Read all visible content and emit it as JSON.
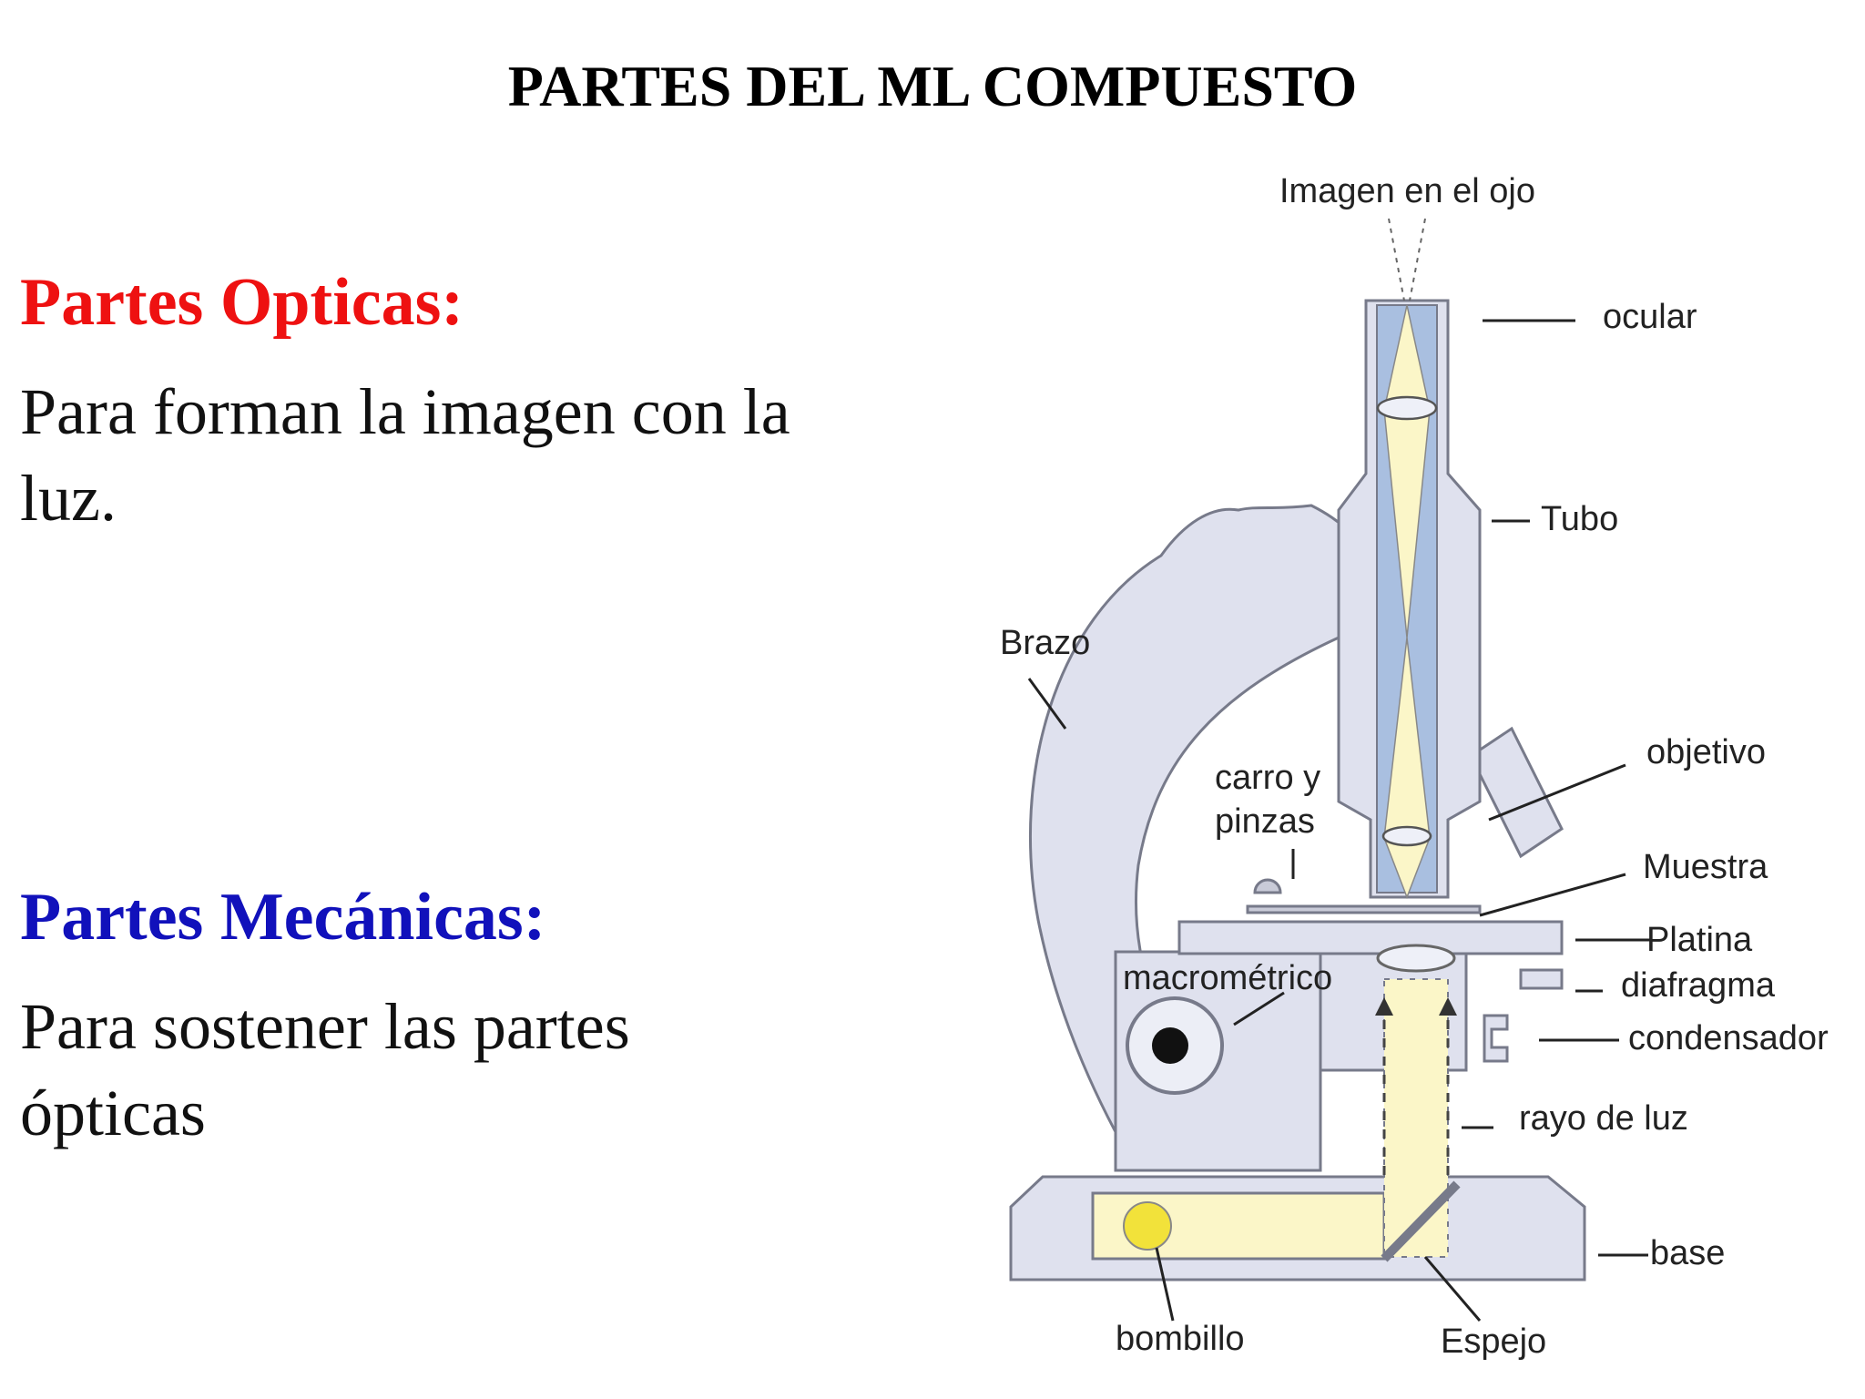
{
  "title": "PARTES DEL ML COMPUESTO",
  "optical": {
    "heading": "Partes Opticas:",
    "description": "Para forman la imagen con la luz."
  },
  "mechanical": {
    "heading": "Partes Mecánicas:",
    "description": "Para sostener las partes ópticas"
  },
  "diagram": {
    "labels": {
      "image_in_eye": "Imagen en el ojo",
      "ocular": "ocular",
      "tubo": "Tubo",
      "brazo": "Brazo",
      "objetivo": "objetivo",
      "carro_line1": "carro y",
      "carro_line2": "pinzas",
      "muestra": "Muestra",
      "platina": "Platina",
      "macrometrico": "macrométrico",
      "diafragma": "diafragma",
      "condensador": "condensador",
      "rayo_de_luz": "rayo de luz",
      "base": "base",
      "bombillo": "bombillo",
      "espejo": "Espejo"
    },
    "colors": {
      "body": "#dfe1ee",
      "outline": "#777a8a",
      "tube_inner": "#a9bfe0",
      "light": "#fbf6c8",
      "bulb": "#f2e23a"
    }
  }
}
